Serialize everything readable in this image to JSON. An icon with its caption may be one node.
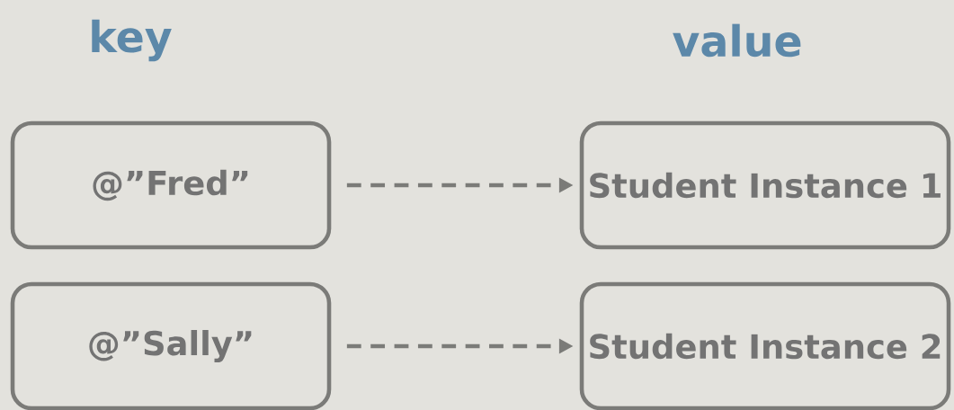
{
  "diagram": {
    "nodes": [
      {
        "text": [
          "@”Fred”"
        ]
      },
      {
        "text": [
          "Student Instance 1"
        ]
      },
      {
        "text": [
          "@”Sally”"
        ]
      },
      {
        "text": [
          "Student Instance 2"
        ]
      }
    ],
    "edges": [
      {
        "from": 0,
        "to": 1,
        "arrow": "to",
        "style": "dashed"
      },
      {
        "from": 2,
        "to": 3,
        "arrow": "to",
        "style": "dashed"
      }
    ],
    "labels": [
      "key",
      "value"
    ]
  }
}
